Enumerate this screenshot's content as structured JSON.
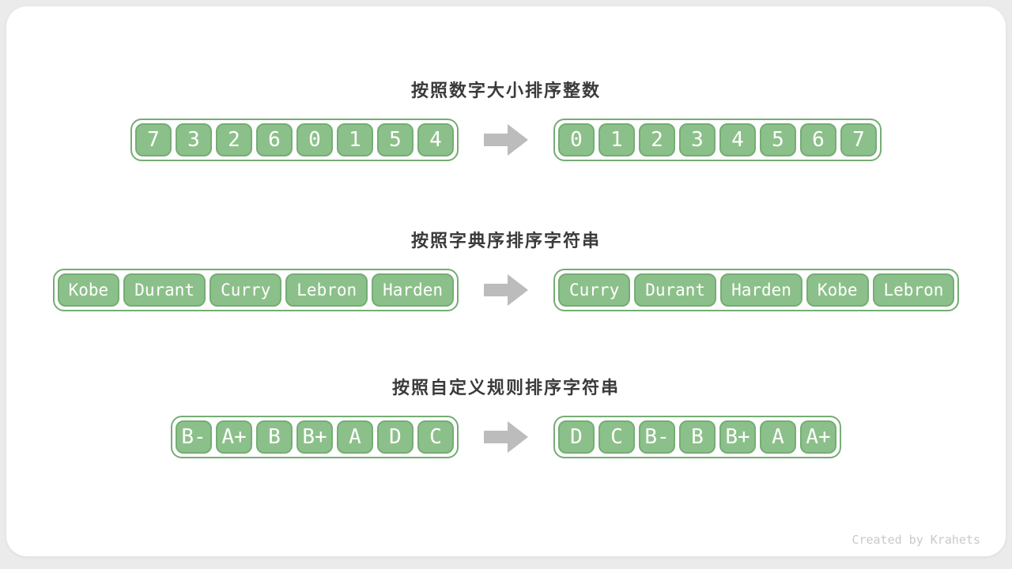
{
  "card": {
    "credit": "Created by Krahets"
  },
  "colors": {
    "background": "#ebebeb",
    "card": "#ffffff",
    "cell_fill": "#8cc08a",
    "cell_border": "#75ad74",
    "cell_text": "#ffffff",
    "title_text": "#3a3a3a",
    "arrow": "#bcbcbc",
    "credit_text": "#c9c9c9"
  },
  "icons": [
    {
      "name": "arrow-right-icon",
      "glyph": "block-arrow-right"
    }
  ],
  "sections": [
    {
      "title": "按照数字大小排序整数",
      "before": [
        "7",
        "3",
        "2",
        "6",
        "0",
        "1",
        "5",
        "4"
      ],
      "after": [
        "0",
        "1",
        "2",
        "3",
        "4",
        "5",
        "6",
        "7"
      ]
    },
    {
      "title": "按照字典序排序字符串",
      "before": [
        "Kobe",
        "Durant",
        "Curry",
        "Lebron",
        "Harden"
      ],
      "after": [
        "Curry",
        "Durant",
        "Harden",
        "Kobe",
        "Lebron"
      ]
    },
    {
      "title": "按照自定义规则排序字符串",
      "before": [
        "B-",
        "A+",
        "B",
        "B+",
        "A",
        "D",
        "C"
      ],
      "after": [
        "D",
        "C",
        "B-",
        "B",
        "B+",
        "A",
        "A+"
      ]
    }
  ]
}
